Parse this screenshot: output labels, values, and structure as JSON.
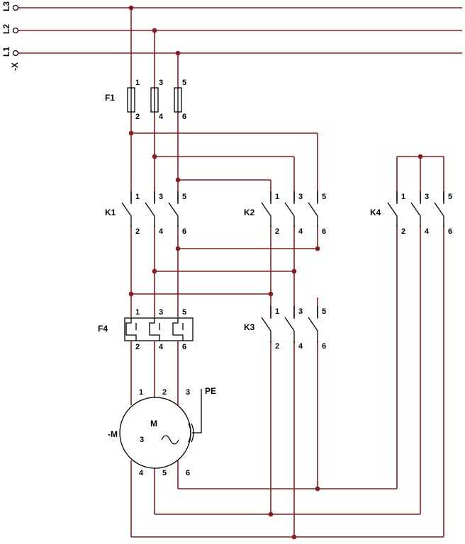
{
  "supply": {
    "prefix": "-X",
    "lines": [
      "L1",
      "L2",
      "L3"
    ]
  },
  "fuse": {
    "label": "F1"
  },
  "contactors": {
    "k1": "K1",
    "k2": "K2",
    "k3": "K3",
    "k4": "K4"
  },
  "overload": {
    "label": "F4"
  },
  "motor": {
    "label": "-M",
    "symbol": "M",
    "phases": "3",
    "pe": "PE",
    "terminals_top": [
      "1",
      "2",
      "3"
    ],
    "terminals_bottom": [
      "4",
      "5",
      "6"
    ]
  },
  "terminals": {
    "top": [
      "1",
      "3",
      "5"
    ],
    "bottom": [
      "2",
      "4",
      "6"
    ]
  },
  "colors": {
    "wire": "#8b1a1a",
    "component": "#000000"
  }
}
